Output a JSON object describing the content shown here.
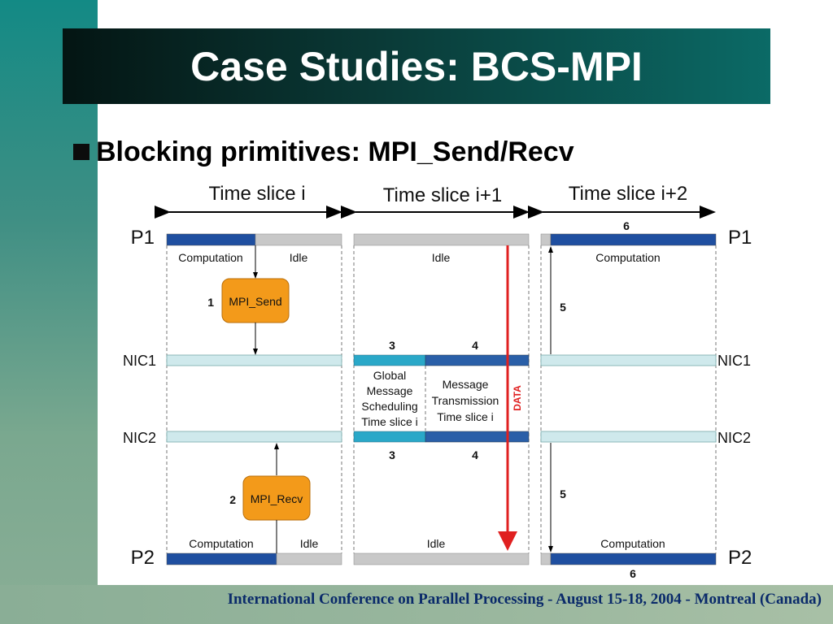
{
  "slide": {
    "title": "Case Studies: BCS-MPI",
    "bullet": "Blocking primitives: MPI_Send/Recv",
    "footer": "International Conference on Parallel Processing - August 15-18, 2004 - Montreal (Canada)"
  },
  "diagram": {
    "time_slices": [
      "Time slice i",
      "Time slice i+1",
      "Time slice i+2"
    ],
    "row_labels": {
      "p1_left": "P1",
      "nic1_left": "NIC1",
      "nic2_left": "NIC2",
      "p2_left": "P2",
      "p1_right": "P1",
      "nic1_right": "NIC1",
      "nic2_right": "NIC2",
      "p2_right": "P2"
    },
    "p1_states": {
      "s1_computation": "Computation",
      "s1_idle": "Idle",
      "s2_idle": "Idle",
      "s3_computation": "Computation"
    },
    "p2_states": {
      "s1_computation": "Computation",
      "s1_idle": "Idle",
      "s2_idle": "Idle",
      "s3_computation": "Computation"
    },
    "mpi_send": {
      "number": "1",
      "label": "MPI_Send"
    },
    "mpi_recv": {
      "number": "2",
      "label": "MPI_Recv"
    },
    "step_numbers": {
      "s3_top": "3",
      "s4_top": "4",
      "s3_bottom": "3",
      "s4_bottom": "4",
      "s5_top": "5",
      "s5_bottom": "5",
      "s6_top": "6",
      "s6_bottom": "6"
    },
    "global_scheduling": [
      "Global",
      "Message",
      "Scheduling",
      "Time slice i"
    ],
    "message_transmission": [
      "Message",
      "Transmission",
      "Time slice i"
    ],
    "data_label": "DATA",
    "colors": {
      "computation": "#1f4fa0",
      "idle": "#c8c8c8",
      "nic": "#cfe9ec",
      "scheduling": "#2aa8c8",
      "transmission": "#2a5fa8",
      "mpi_box": "#f39a1a",
      "data_arrow": "#e02020"
    }
  }
}
